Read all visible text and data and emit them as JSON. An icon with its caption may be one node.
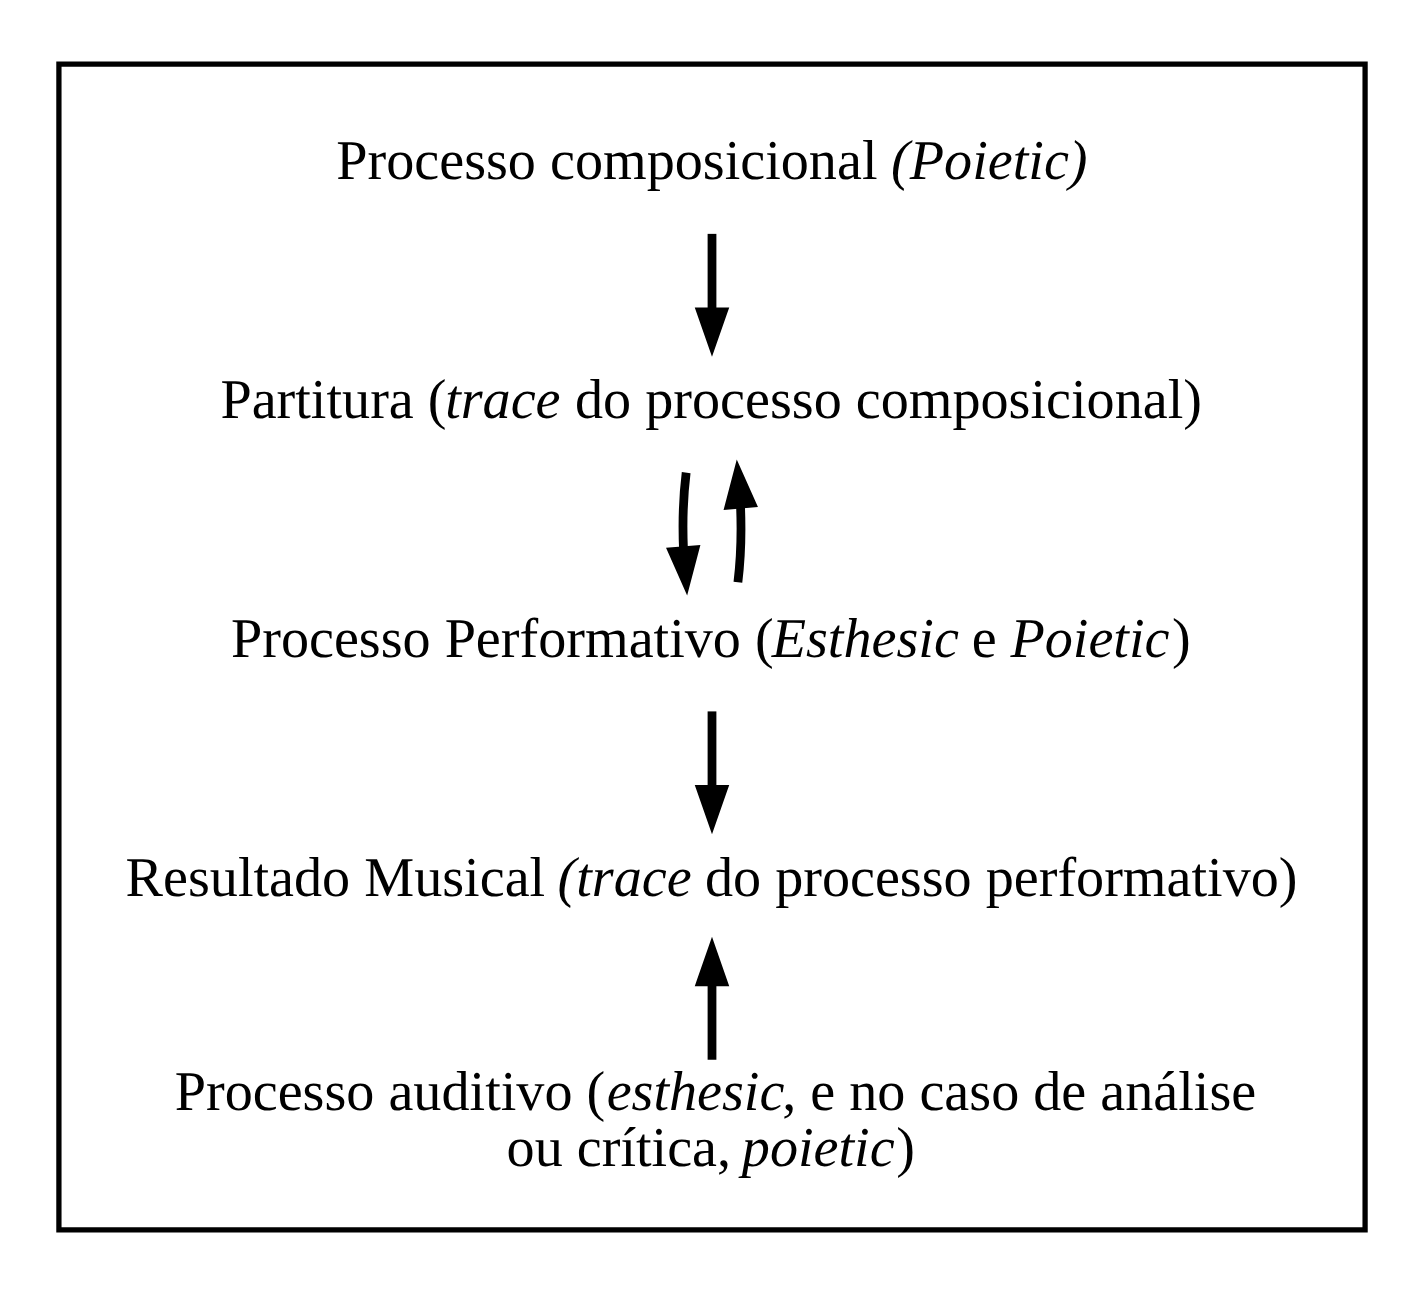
{
  "diagram": {
    "nodes": [
      {
        "text": [],
        "shape": "box"
      },
      {
        "text": [
          "Processo composicional *(Poietic)*"
        ],
        "in": 0
      },
      {
        "text": [
          "Partitura (*trace* do processo composicional)"
        ],
        "in": 0
      },
      {
        "text": [
          "Processo Performativo (*Esthesic* e *Poietic*)"
        ],
        "in": 0
      },
      {
        "text": [
          "Resultado Musical *(trace* do processo performativo)"
        ],
        "in": 0
      },
      {
        "text": [
          "Processo auditivo (*esthesic*, e no caso de análise ou crítica, *poietic*)"
        ],
        "in": 0
      }
    ],
    "edges": [
      {
        "from": 1,
        "to": 2,
        "arrow": "to"
      },
      {
        "from": 2,
        "to": 3,
        "arrow": "to"
      },
      {
        "from": 3,
        "to": 2,
        "arrow": "to"
      },
      {
        "from": 3,
        "to": 4,
        "arrow": "to"
      },
      {
        "from": 5,
        "to": 4,
        "arrow": "to"
      }
    ]
  }
}
